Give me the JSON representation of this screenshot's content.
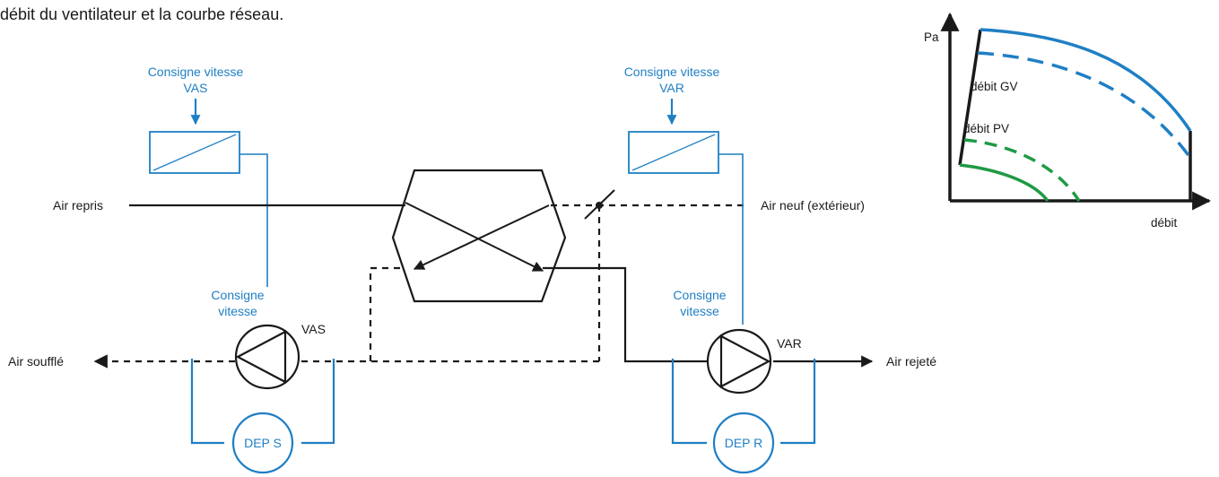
{
  "header": {
    "caption": "débit du ventilateur et la courbe réseau."
  },
  "colors": {
    "line": "#1a1a1a",
    "accent": "#1f7fc4",
    "green": "#1f9a45"
  },
  "left_unit": {
    "setpoint_top_line1": "Consigne vitesse",
    "setpoint_top_line2": "VAS",
    "setpoint_fan_line1": "Consigne",
    "setpoint_fan_line2": "vitesse",
    "fan_label": "VAS",
    "sensor_label": "DEP S"
  },
  "right_unit": {
    "setpoint_top_line1": "Consigne vitesse",
    "setpoint_top_line2": "VAR",
    "setpoint_fan_line1": "Consigne",
    "setpoint_fan_line2": "vitesse",
    "fan_label": "VAR",
    "sensor_label": "DEP R"
  },
  "flows": {
    "air_repris": "Air repris",
    "air_neuf": "Air neuf (extérieur)",
    "air_souffle": "Air soufflé",
    "air_rejete": "Air rejeté"
  },
  "curve_chart": {
    "y_axis_label": "Pa",
    "x_axis_label": "débit",
    "label_gv": "débit GV",
    "label_pv": "débit PV"
  }
}
